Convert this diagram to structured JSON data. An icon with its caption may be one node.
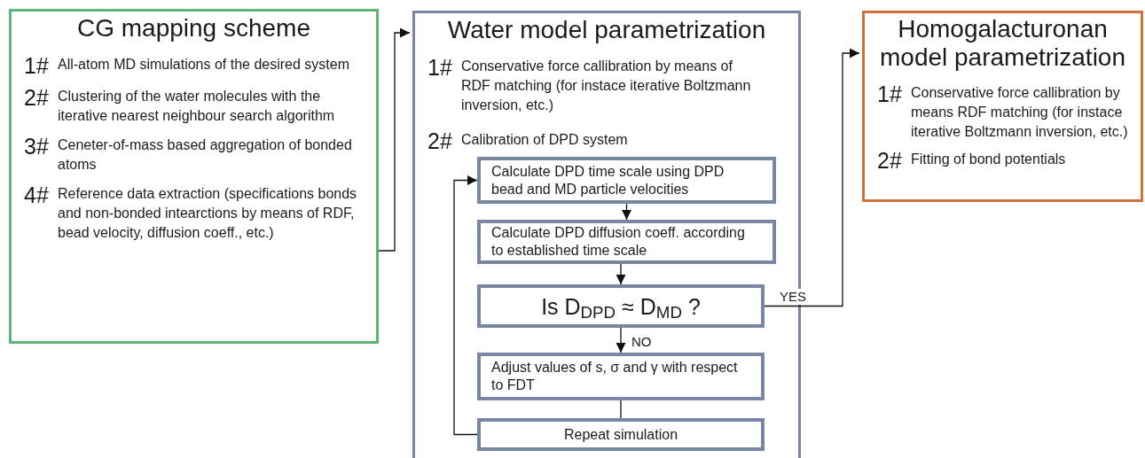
{
  "diagram": {
    "nodes": [
      {
        "text": [
          "CG mapping scheme",
          "1#",
          "All-atom MD simulations of the desired system",
          "2#",
          "Clustering of the water molecules with the iterative nearest neighbour search algorithm",
          "3#",
          "Ceneter-of-mass based aggregation of bonded atoms",
          "4#",
          "Reference data extraction (specifications bonds and non-bonded intearctions by means of RDF, bead velocity, diffusion coeff., etc.)"
        ]
      },
      {
        "text": [
          "Water model parametrization",
          "1#",
          "Conservative force callibration by means of RDF matching (for instace iterative Boltzmann inversion, etc.)",
          "2#",
          "Calibration of DPD system"
        ]
      },
      {
        "text": [
          "Calculate DPD time scale using DPD bead and MD particle velocities"
        ],
        "in": 1
      },
      {
        "text": [
          "Calculate DPD diffusion coeff. according to established time scale"
        ],
        "in": 1
      },
      {
        "text": [
          "Is D$_{DPD}$ ≈ D$_{MD}$ ?"
        ],
        "in": 1
      },
      {
        "text": [
          "Adjust values of s, σ and γ with respect to FDT"
        ],
        "in": 1
      },
      {
        "text": [
          "Repeat simulation"
        ],
        "in": 1
      },
      {
        "text": [
          "Homogalacturonan model parametrization",
          "1#",
          "Conservative force callibration by means RDF matching (for instace iterative Boltzmann inversion, etc.)",
          "2#",
          "Fitting of bond potentials"
        ]
      }
    ],
    "edges": [
      {
        "from": 0,
        "to": 1,
        "arrow": "to"
      },
      {
        "from": 2,
        "to": 3,
        "arrow": "to"
      },
      {
        "from": 3,
        "to": 4,
        "arrow": "to"
      },
      {
        "from": 4,
        "to": 5,
        "arrow": "to",
        "label": "NO"
      },
      {
        "from": 4,
        "to": 7,
        "arrow": "to",
        "label": "YES"
      },
      {
        "from": 5,
        "to": 6,
        "arrow": "none"
      },
      {
        "from": 6,
        "to": 2,
        "arrow": "to"
      }
    ]
  }
}
